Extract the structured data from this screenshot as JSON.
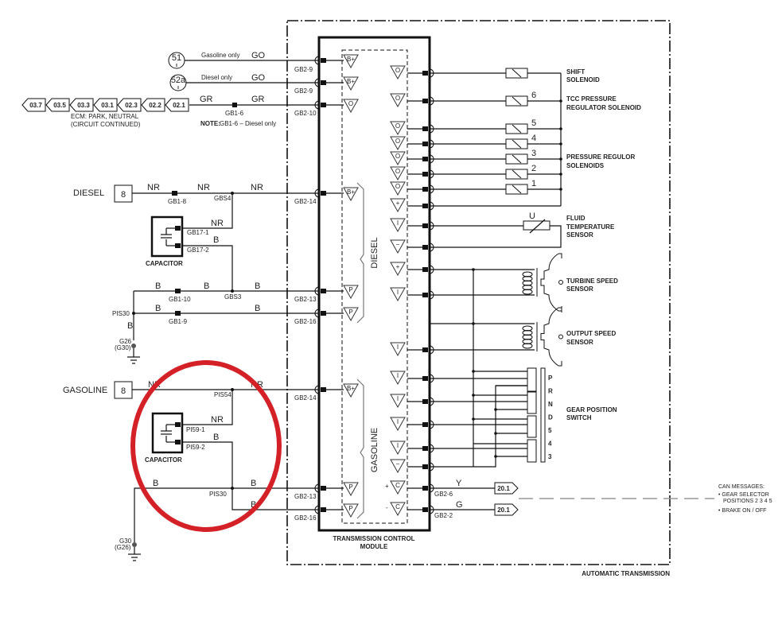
{
  "diagram": {
    "outer_box_label": "AUTOMATIC TRANSMISSION",
    "module_label_line1": "TRANSMISSION CONTROL",
    "module_label_line2": "MODULE",
    "accent_color": "#d42027"
  },
  "top_left": {
    "ref_51": {
      "num": "51",
      "sub": "II",
      "note": "Gasoline only",
      "wire": "GO",
      "pin": "GB2-9"
    },
    "ref_52a": {
      "num": "52a",
      "sub": "II",
      "note": "Diesel only",
      "wire": "GO",
      "pin": "GB2-9"
    },
    "ecm_refs": [
      "03.7",
      "03.5",
      "03.3",
      "03.1",
      "02.3",
      "02.2",
      "02.1"
    ],
    "ecm_note_line1": "ECM: PARK, NEUTRAL",
    "ecm_note_line2": "(CIRCUIT CONTINUED)",
    "gr_wire_left": "GR",
    "gr_wire_right": "GR",
    "gr_connector": "GB1-6",
    "gr_pin": "GB2-10",
    "note_bold": "NOTE:",
    "note_text": "GB1-6 – Diesel only"
  },
  "diesel": {
    "label": "DIESEL",
    "fuse": "8",
    "wire1": "NR",
    "wire2": "NR",
    "wire3": "NR",
    "wire4": "NR",
    "conn1": "GB1-8",
    "splice1": "GBS4",
    "pin_top": "GB2-14",
    "cap_label": "CAPACITOR",
    "cap_pin1": "GB17-1",
    "cap_pin2": "GB17-2",
    "cap_wire2": "B",
    "b_wires": [
      "B",
      "B",
      "B",
      "B",
      "B",
      "B"
    ],
    "conn2": "GB1-10",
    "splice2": "GBS3",
    "conn3": "GB1-9",
    "splice3": "PIS30",
    "pin_mid": "GB2-13",
    "pin_bot": "GB2-16",
    "ground_line1": "G26",
    "ground_line2": "(G30)",
    "bracket_label": "DIESEL"
  },
  "gasoline": {
    "label": "GASOLINE",
    "fuse": "8",
    "wire1": "NR",
    "wire2": "NR",
    "wire3": "NR",
    "splice1": "PIS54",
    "pin_top": "GB2-14",
    "cap_label": "CAPACITOR",
    "cap_pin1": "PI59-1",
    "cap_pin2": "PI59-2",
    "cap_wire2": "B",
    "b_wires": [
      "B",
      "B",
      "B"
    ],
    "splice2": "PIS30",
    "pin_mid": "GB2-13",
    "pin_bot": "GB2-16",
    "ground_line1": "G30",
    "ground_line2": "(G26)",
    "bracket_label": "GASOLINE"
  },
  "module_symbols": {
    "left": [
      "B+",
      "B+",
      "O",
      "B+",
      "P",
      "P",
      "B+",
      "P",
      "P"
    ],
    "right": [
      "O",
      "O",
      "O",
      "O",
      "O",
      "O",
      "O",
      "+",
      "I",
      "−",
      "+",
      "I",
      "I",
      "I",
      "I",
      "I",
      "I",
      "−",
      "C",
      "C"
    ],
    "can_plus": "+",
    "can_minus": "-"
  },
  "solenoids": {
    "shift": {
      "line1": "SHIFT",
      "line2": "SOLENOID"
    },
    "tcc": {
      "line1": "TCC PRESSURE",
      "line2": "REGULATOR SOLENOID",
      "num": "6"
    },
    "pressure": {
      "line1": "PRESSURE REGULOR",
      "line2": "SOLENOIDS",
      "nums": [
        "5",
        "4",
        "3",
        "2",
        "1"
      ]
    }
  },
  "sensors": {
    "fluid": {
      "symbol": "U",
      "line1": "FLUID",
      "line2": "TEMPERATURE",
      "line3": "SENSOR"
    },
    "turbine": {
      "line1": "TURBINE SPEED",
      "line2": "SENSOR"
    },
    "output": {
      "line1": "OUTPUT SPEED",
      "line2": "SENSOR"
    }
  },
  "gear_switch": {
    "positions": [
      "P",
      "R",
      "N",
      "D",
      "5",
      "4",
      "3"
    ],
    "line1": "GEAR POSITION",
    "line2": "SWITCH"
  },
  "can": {
    "wire_y": "Y",
    "pin_y": "GB2-6",
    "ref_y": "20.1",
    "wire_g": "G",
    "pin_g": "GB2-2",
    "ref_g": "20.1",
    "messages_title": "CAN MESSAGES:",
    "msg1_line1": "• GEAR SELECTOR",
    "msg1_line2": "POSITIONS 2 3 4 5",
    "msg2": "• BRAKE ON / OFF"
  }
}
